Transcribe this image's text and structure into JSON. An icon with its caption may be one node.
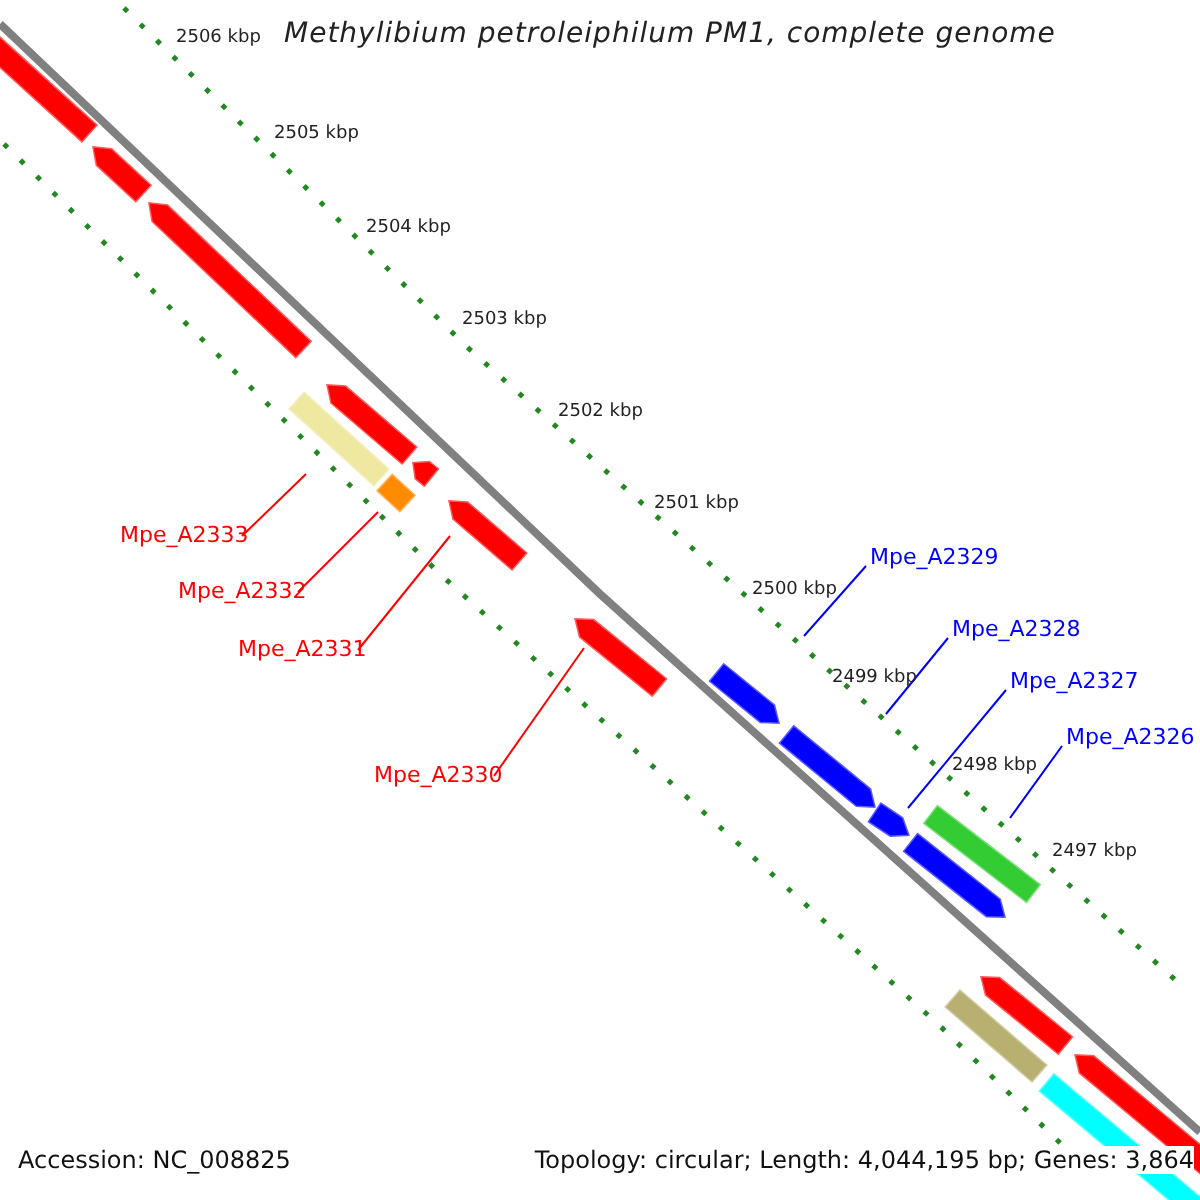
{
  "diagram": {
    "title": "Methylibium petroleiphilum PM1, complete genome",
    "nodes": [
      {
        "text": [
          "Mpe_A2333"
        ]
      },
      {
        "text": [
          "Mpe_A2332"
        ]
      },
      {
        "text": [
          "Mpe_A2331"
        ]
      },
      {
        "text": [
          "Mpe_A2330"
        ]
      },
      {
        "text": [
          "Mpe_A2329"
        ]
      },
      {
        "text": [
          "Mpe_A2328"
        ]
      },
      {
        "text": [
          "Mpe_A2327"
        ]
      },
      {
        "text": [
          "Mpe_A2326"
        ]
      },
      {
        "text": [],
        "shape": "bar"
      },
      {
        "text": [],
        "shape": "bar"
      },
      {
        "text": [],
        "shape": "bar"
      },
      {
        "text": [],
        "shape": "bar"
      },
      {
        "text": [],
        "shape": "bar"
      },
      {
        "text": [],
        "shape": "bar"
      },
      {
        "text": [],
        "shape": "bar"
      },
      {
        "text": [],
        "shape": "bar"
      },
      {
        "text": [],
        "shape": "bar"
      },
      {
        "text": [],
        "shape": "bar"
      },
      {
        "text": [],
        "shape": "bar"
      },
      {
        "text": [],
        "shape": "bar"
      },
      {
        "text": [],
        "shape": "bar"
      },
      {
        "text": [],
        "shape": "bar"
      },
      {
        "text": [],
        "shape": "bar"
      },
      {
        "text": [],
        "shape": "bar"
      },
      {
        "text": [],
        "shape": "bar"
      },
      {
        "text": [],
        "shape": "bar"
      }
    ],
    "edges": [
      {
        "from": 0,
        "to": 11,
        "arrow": "none",
        "color": "#ff0000"
      },
      {
        "from": 1,
        "to": 13,
        "arrow": "none",
        "color": "#ff0000"
      },
      {
        "from": 2,
        "to": 15,
        "arrow": "none",
        "color": "#ff0000"
      },
      {
        "from": 3,
        "to": 16,
        "arrow": "none",
        "color": "#ff0000"
      },
      {
        "from": 4,
        "to": 17,
        "arrow": "none",
        "color": "#0000ff"
      },
      {
        "from": 5,
        "to": 18,
        "arrow": "none",
        "color": "#0000ff"
      },
      {
        "from": 6,
        "to": 19,
        "arrow": "none",
        "color": "#0000ff"
      },
      {
        "from": 7,
        "to": 21,
        "arrow": "none",
        "color": "#0000ff"
      }
    ],
    "labels": [
      "2506 kbp",
      "2505 kbp",
      "2504 kbp",
      "2503 kbp",
      "2502 kbp",
      "2501 kbp",
      "2500 kbp",
      "2499 kbp",
      "2498 kbp",
      "2497 kbp",
      "Accession: NC_008825",
      "Topology: circular; Length: 4,044,195 bp; Genes: 3,864"
    ]
  }
}
